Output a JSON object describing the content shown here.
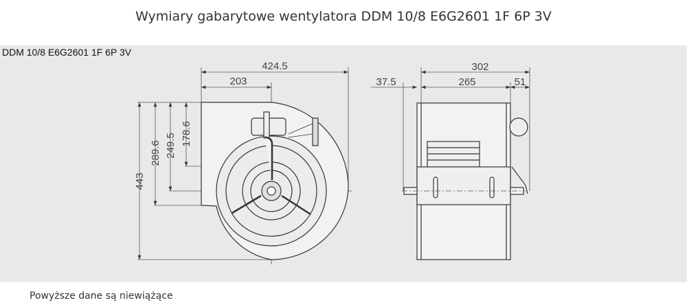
{
  "title": "Wymiary gabarytowe wentylatora DDM 10/8 E6G2601 1F 6P 3V",
  "model_label": "DDM 10/8 E6G2601 1F 6P 3V",
  "footer_note": "Powyższe dane są niewiążące",
  "front_view": {
    "width_total": "424.5",
    "width_to_axis": "203",
    "height_total": "443",
    "outlet_height": "289.6",
    "axis_height": "249.5",
    "inner_height": "178.6"
  },
  "side_view": {
    "width_total": "302",
    "width_body": "265",
    "shaft_left": "37.5",
    "motor_right": "51"
  }
}
